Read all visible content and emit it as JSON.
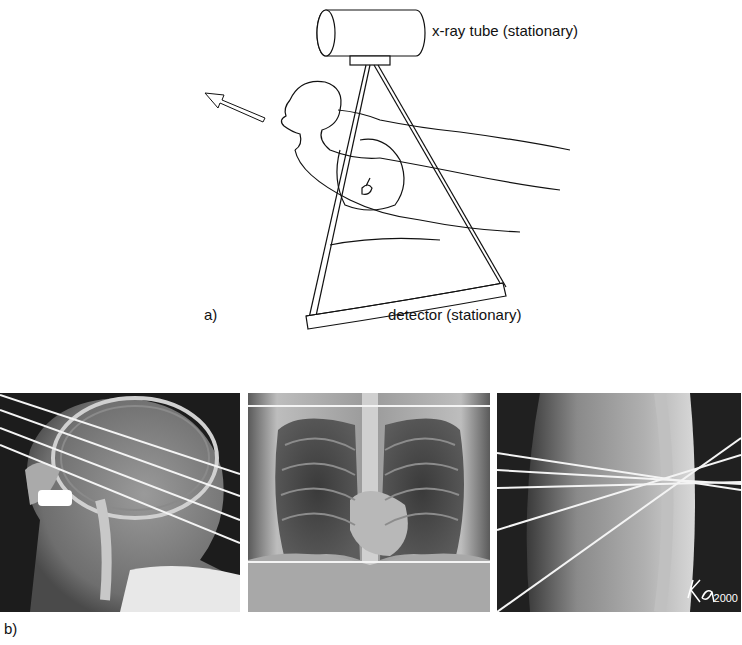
{
  "diagram": {
    "labels": [
      "x-ray tube (stationary)",
      "detector (stationary)",
      "a)",
      "b)",
      "2000"
    ]
  }
}
